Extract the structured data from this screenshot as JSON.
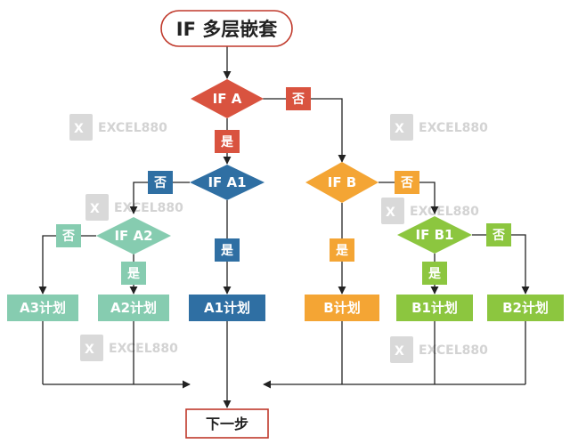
{
  "colors": {
    "red": "#d9533f",
    "blue": "#2f6fa3",
    "orange": "#f4a534",
    "green": "#8cc63f",
    "teal": "#86ccb0",
    "end_border": "#c0392b",
    "title_border": "#c0392b",
    "line": "#222222"
  },
  "title": "IF 多层嵌套",
  "end_label": "下一步",
  "watermark": {
    "icon_text": "X",
    "text": "EXCEL880"
  },
  "decisions": {
    "if_a": "IF A",
    "if_a1": "IF A1",
    "if_a2": "IF A2",
    "if_b": "IF  B",
    "if_b1": "IF B1"
  },
  "plans": {
    "a3": "A3计划",
    "a2": "A2计划",
    "a1": "A1计划",
    "b": "B计划",
    "b1": "B1计划",
    "b2": "B2计划"
  },
  "labels": {
    "a_no": "否",
    "a_yes": "是",
    "a1_no": "否",
    "a1_yes": "是",
    "a2_no": "否",
    "a2_yes": "是",
    "b_no": "否",
    "b_yes": "是",
    "b1_no": "否",
    "b1_yes": "是"
  }
}
